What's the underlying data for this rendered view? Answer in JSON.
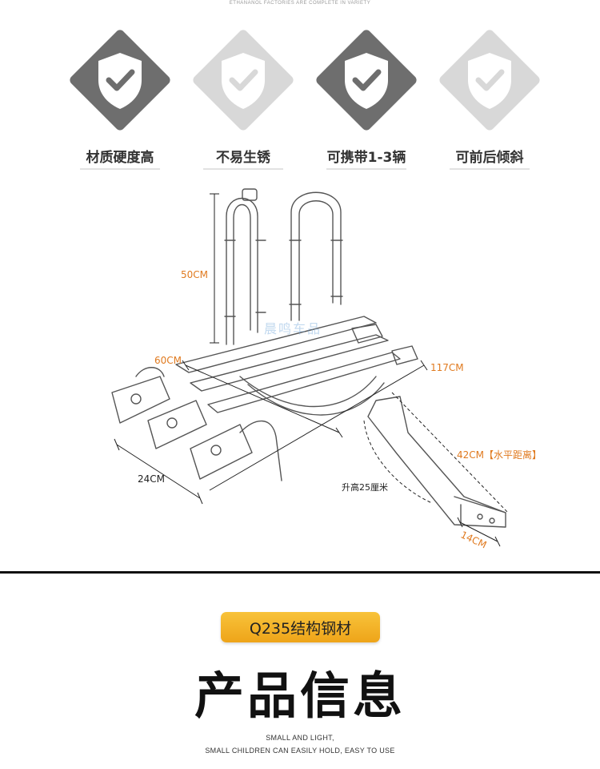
{
  "top_caption": "ETHANANOL FACTORIES ARE COMPLETE IN VARIETY",
  "features": [
    {
      "label": "材质硬度高",
      "style": "dark"
    },
    {
      "label": "不易生锈",
      "style": "light"
    },
    {
      "label": "可携带1-3辆",
      "style": "dark"
    },
    {
      "label": "可前后倾斜",
      "style": "light"
    }
  ],
  "icon_name": "shield-check-icon",
  "colors": {
    "icon_dark": "#6e6e6e",
    "icon_light": "#d8d8d8",
    "dimension_orange": "#e07a1f",
    "badge_gold": "#f2b12a"
  },
  "dimensions": {
    "height": "50CM",
    "width": "60CM",
    "length": "117CM",
    "spacing": "24CM",
    "horizontal": "42CM【水平距离】",
    "lift": "升高25厘米",
    "receiver": "14CM"
  },
  "watermark": "晨鸣车品",
  "badge": "Q235结构钢材",
  "title": "产品信息",
  "subtitle_line1": "SMALL AND LIGHT,",
  "subtitle_line2": "SMALL CHILDREN CAN EASILY HOLD, EASY TO USE"
}
